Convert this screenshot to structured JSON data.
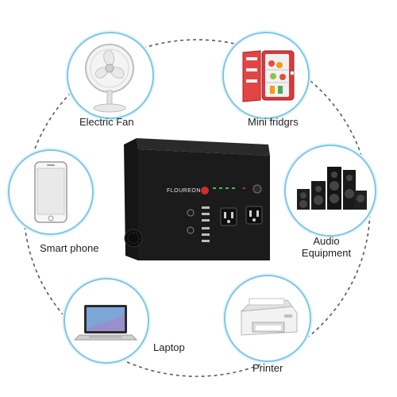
{
  "devices": {
    "fan": {
      "label": "Electric Fan",
      "icon": "electric-fan-icon"
    },
    "fridge": {
      "label": "Mini fridgrs",
      "icon": "mini-fridge-icon"
    },
    "phone": {
      "label": "Smart phone",
      "icon": "smartphone-icon"
    },
    "audio": {
      "label_line1": "Audio",
      "label_line2": "Equipment",
      "icon": "speaker-system-icon"
    },
    "laptop": {
      "label": "Laptop",
      "icon": "laptop-icon"
    },
    "printer": {
      "label": "Printer",
      "icon": "printer-icon"
    }
  },
  "power_station": {
    "brand": "FLOUREON",
    "icon": "portable-power-station-icon"
  },
  "colors": {
    "bubble_border": "#7cc7e6",
    "dashed_ring": "#5a5a5a",
    "device_body": "#1b1b1b",
    "accent_red": "#d32a2a"
  }
}
